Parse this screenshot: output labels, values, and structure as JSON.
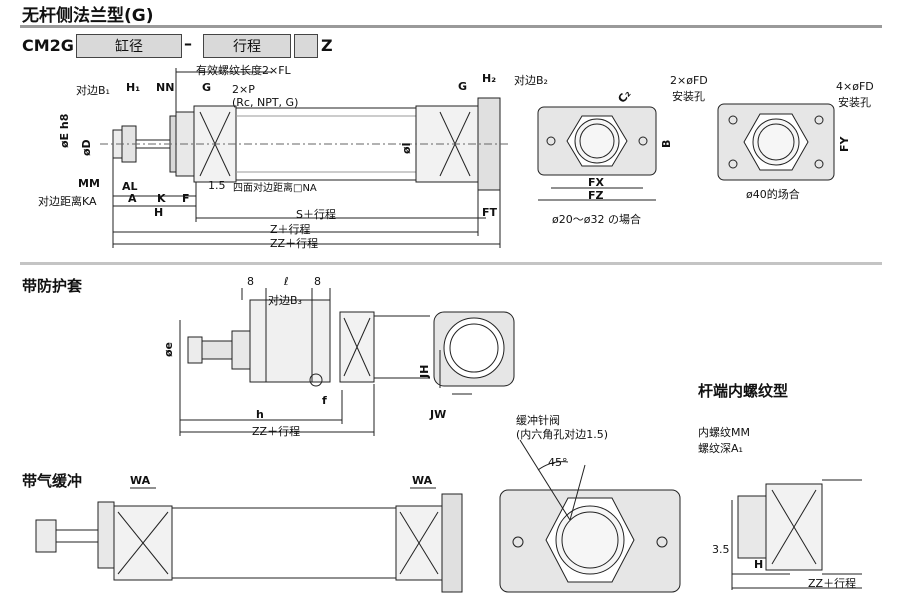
{
  "header": {
    "title": "无杆侧法兰型(G)",
    "model_prefix": "CM2G",
    "box_bore": "缸径",
    "dash": "–",
    "box_stroke": "行程",
    "suffix": "Z"
  },
  "main_view": {
    "across_flats_b1": "对边B₁",
    "h1": "H₁",
    "nn": "NN",
    "g_left": "G",
    "fl": "有效螺纹长度2×FL",
    "p": "2×P",
    "p_note": "(Rc, NPT, G)",
    "g_right": "G",
    "h2": "H₂",
    "across_flats_b2": "对边B₂",
    "e_h8": "øE h8",
    "d": "øD",
    "i": "øI",
    "mm": "MM",
    "ka": "对边距离KA",
    "al": "AL",
    "a": "A",
    "k": "K",
    "h": "H",
    "f": "F",
    "dim_15": "1.5",
    "na": "四面对边距离□NA",
    "s_stroke": "S＋行程",
    "z_stroke": "Z＋行程",
    "zz_stroke": "ZZ＋行程",
    "ft": "FT"
  },
  "flange_views": {
    "c2": "C₂",
    "fd2": "2×øFD",
    "hole_label": "安装孔",
    "b": "B",
    "fx": "FX",
    "fz": "FZ",
    "caption_small": "ø20～ø32 の場合",
    "fd4": "4×øFD",
    "fy": "FY",
    "caption_large": "ø40的场合"
  },
  "boot_section": {
    "title": "带防护套",
    "dim_8a": "8",
    "l": "ℓ",
    "dim_8b": "8",
    "b3": "对边B₃",
    "e": "øe",
    "f": "f",
    "h": "h",
    "zz_stroke": "ZZ＋行程",
    "jh": "JH",
    "jw": "JW"
  },
  "cushion_section": {
    "title": "带气缓冲",
    "wa_left": "WA",
    "wa_right": "WA",
    "needle": "缓冲针阀",
    "needle_note": "(内六角孔对边1.5)",
    "angle": "45°"
  },
  "female_section": {
    "title": "杆端内螺纹型",
    "mm": "内螺纹MM",
    "a1": "螺纹深A₁",
    "dim_35": "3.5",
    "h": "H",
    "zz_stroke": "ZZ＋行程"
  }
}
